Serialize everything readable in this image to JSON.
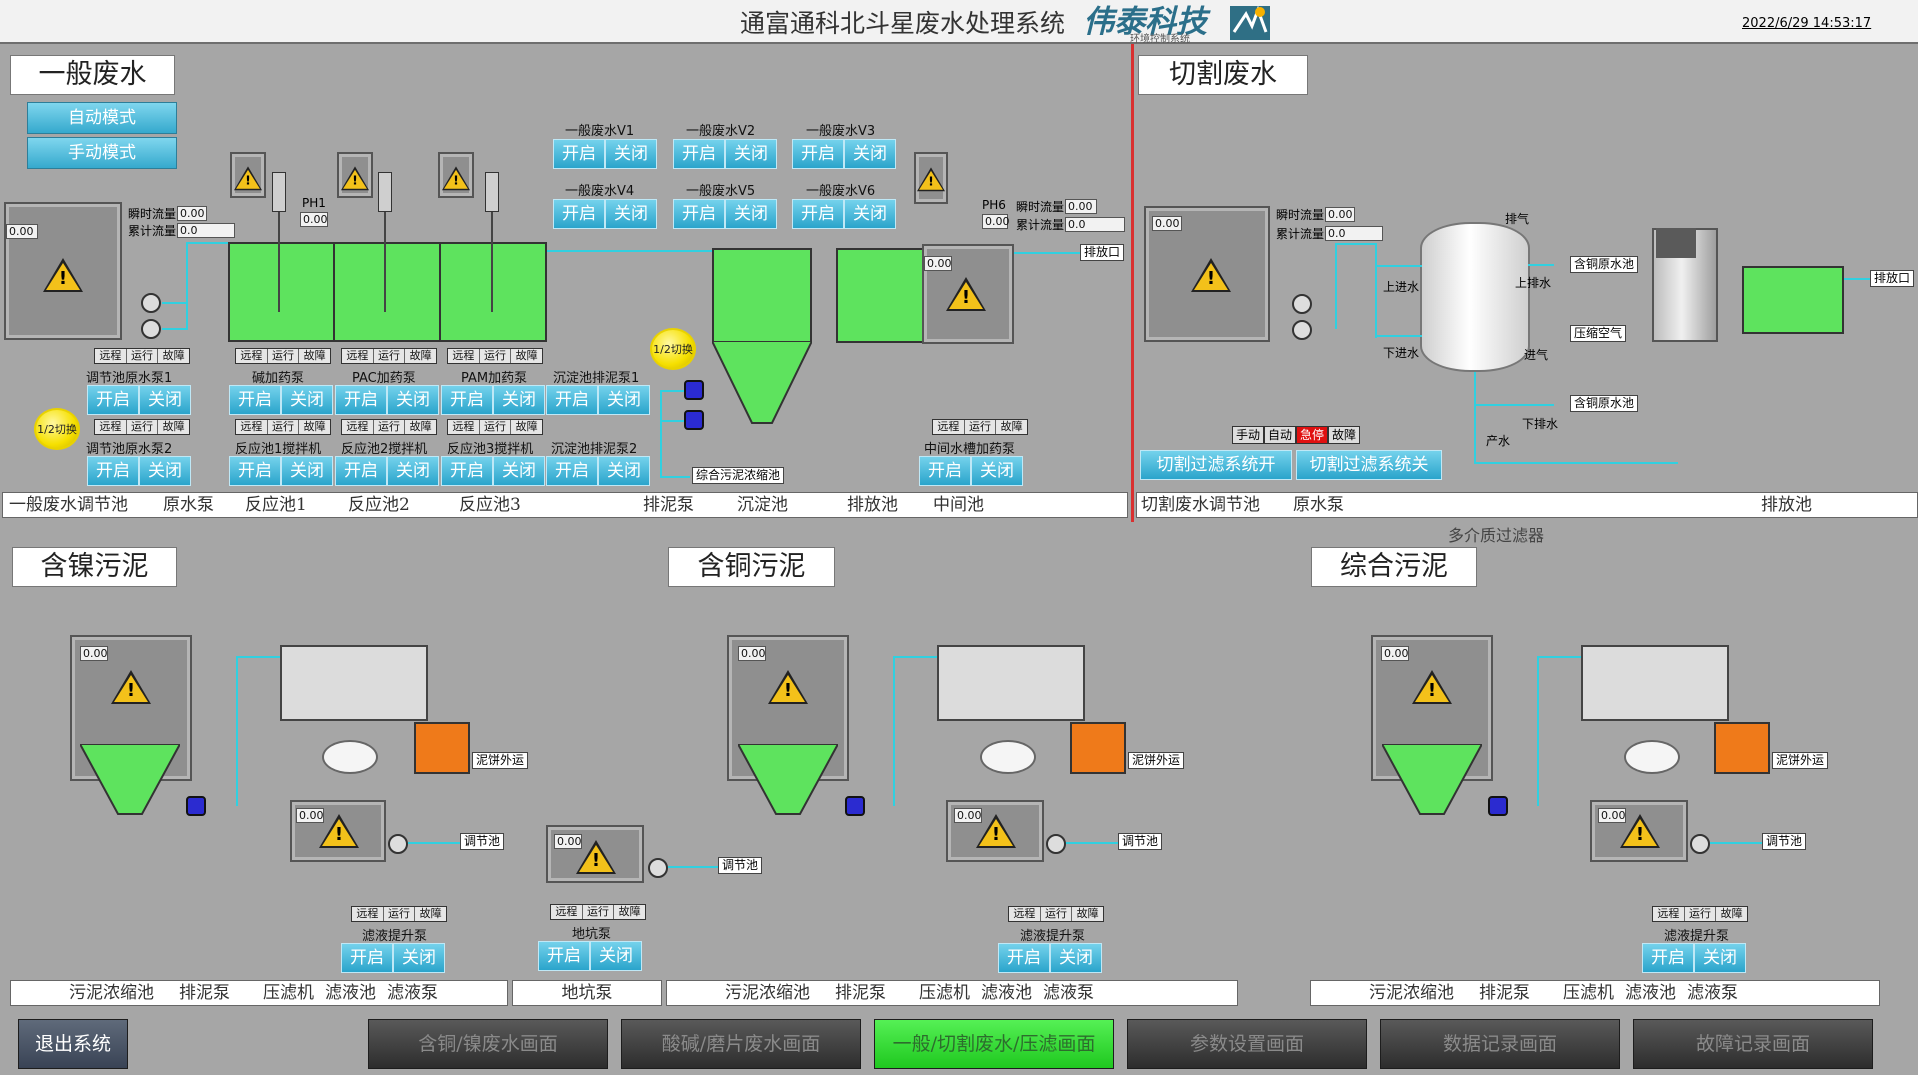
{
  "header": {
    "title": "通富通科北斗星废水处理系统",
    "brand": "伟泰科技",
    "brand_sub": "环境控制系统",
    "datetime": "2022/6/29 14:53:17"
  },
  "status_labels": [
    "远程",
    "运行",
    "故障"
  ],
  "buttons": {
    "open": "开启",
    "close": "关闭",
    "switch": "1/2切换"
  },
  "general": {
    "title": "一般废水",
    "auto_mode": "自动模式",
    "manual_mode": "手动模式",
    "flow_instant": "瞬时流量",
    "flow_total": "累计流量",
    "val_zero": "0.00",
    "val_zero1": "0.0",
    "ph1": "PH1",
    "ph6": "PH6",
    "valves": [
      "一般废水V1",
      "一般废水V2",
      "一般废水V3",
      "一般废水V4",
      "一般废水V5",
      "一般废水V6"
    ],
    "pump1": "调节池原水泵1",
    "pump2": "调节池原水泵2",
    "dose": [
      "碱加药泵",
      "PAC加药泵",
      "PAM加药泵"
    ],
    "mixers": [
      "反应池1搅拌机",
      "反应池2搅拌机",
      "反应池3搅拌机"
    ],
    "sludge1": "沉淀池排泥泵1",
    "sludge2": "沉淀池排泥泵2",
    "mid_pump": "中间水槽加药泵",
    "outlet": "排放口",
    "sludge_tank": "综合污泥浓缩池",
    "bar": [
      "一般废水调节池",
      "原水泵",
      "反应池1",
      "反应池2",
      "反应池3",
      "排泥泵",
      "沉淀池",
      "排放池",
      "中间池"
    ]
  },
  "cutting": {
    "title": "切割废水",
    "flow_instant": "瞬时流量",
    "flow_total": "累计流量",
    "exhaust": "排气",
    "upper_in": "上进水",
    "lower_in": "下进水",
    "upper_drain": "上排水",
    "lower_drain": "下排水",
    "air_in": "进气",
    "product": "产水",
    "cu_pool1": "含铜原水池",
    "cu_pool2": "含铜原水池",
    "compressed_air": "压缩空气",
    "outlet": "排放口",
    "modes": [
      "手动",
      "自动",
      "急停",
      "故障"
    ],
    "start": "切割过滤系统开",
    "stop": "切割过滤系统关",
    "bar": [
      "切割废水调节池",
      "原水泵",
      "排放池"
    ],
    "filter_label": "多介质过滤器"
  },
  "nickel": {
    "title": "含镍污泥",
    "cake": "泥饼外运",
    "to_reg": "调节池",
    "filter_pump": "滤液提升泵",
    "bar": [
      "污泥浓缩池",
      "排泥泵",
      "压滤机",
      "滤液池",
      "滤液泵"
    ]
  },
  "copper": {
    "title": "含铜污泥",
    "cake": "泥饼外运",
    "to_reg": "调节池",
    "filter_pump": "滤液提升泵",
    "bar": [
      "污泥浓缩池",
      "排泥泵",
      "压滤机",
      "滤液池",
      "滤液泵"
    ]
  },
  "pit": {
    "to_reg": "调节池",
    "label": "地坑泵",
    "pump_label": "地坑泵"
  },
  "combined": {
    "title": "综合污泥",
    "cake": "泥饼外运",
    "to_reg": "调节池",
    "filter_pump": "滤液提升泵",
    "bar": [
      "污泥浓缩池",
      "排泥泵",
      "压滤机",
      "滤液池",
      "滤液泵"
    ]
  },
  "nav": {
    "exit": "退出系统",
    "items": [
      "含铜/镍废水画面",
      "酸碱/磨片废水画面",
      "一般/切割废水/压滤画面",
      "参数设置画面",
      "数据记录画面",
      "故障记录画面"
    ]
  },
  "colors": {
    "accent": "#35a9cd",
    "water": "#5ee35e",
    "pipe": "#30d0e0",
    "warning": "#f3c11a",
    "alarm": "#e01010",
    "active_nav": "#1fc81f"
  }
}
